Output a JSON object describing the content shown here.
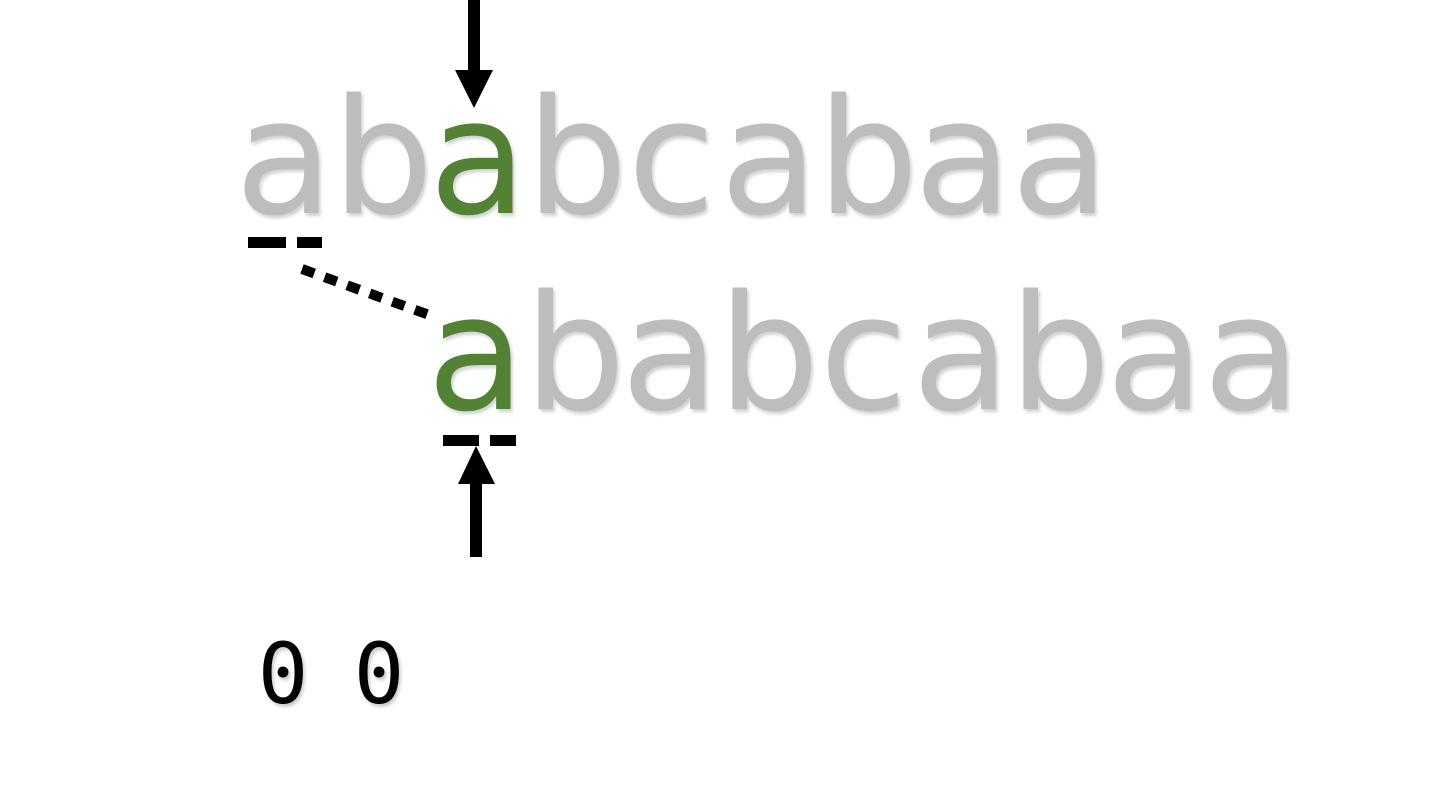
{
  "text_row": {
    "chars": [
      "a",
      "b",
      "a",
      "b",
      "c",
      "a",
      "b",
      "a",
      "a"
    ],
    "highlight_index": 2
  },
  "pattern_row": {
    "chars": [
      "a",
      "b",
      "a",
      "b",
      "c",
      "a",
      "b",
      "a",
      "a"
    ],
    "highlight_index": 0
  },
  "z_values": [
    "0",
    "0"
  ],
  "colors": {
    "dim": "#bdbdbd",
    "highlight": "#548235",
    "marks": "#000000"
  }
}
